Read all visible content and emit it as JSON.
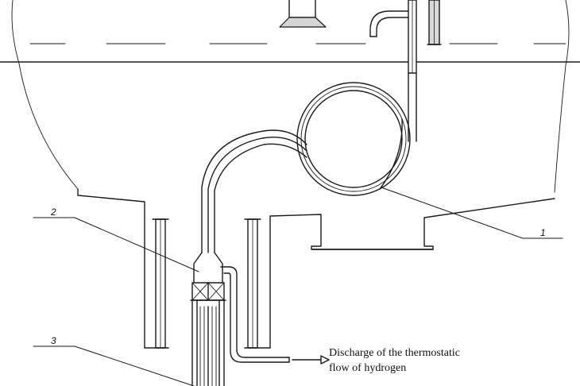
{
  "callouts": {
    "one": "1",
    "two": "2",
    "three": "3"
  },
  "discharge_note": {
    "line1": "Discharge of the thermostatic",
    "line2": "flow of hydrogen"
  },
  "colors": {
    "stroke": "#1a1a1a",
    "background": "#ffffff"
  }
}
